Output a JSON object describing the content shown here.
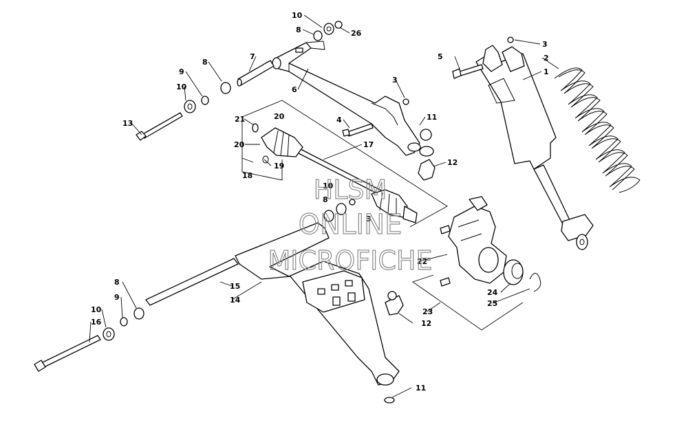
{
  "watermark": {
    "line1": "HLSM",
    "line2": "ONLINE",
    "line3": "MICROFICHE"
  },
  "callouts": [
    {
      "id": "c-10-top",
      "text": "10"
    },
    {
      "id": "c-8-top",
      "text": "8"
    },
    {
      "id": "c-26",
      "text": "26"
    },
    {
      "id": "c-7",
      "text": "7"
    },
    {
      "id": "c-8-upper-left",
      "text": "8"
    },
    {
      "id": "c-9-upper",
      "text": "9"
    },
    {
      "id": "c-10-upper-left",
      "text": "10"
    },
    {
      "id": "c-6",
      "text": "6"
    },
    {
      "id": "c-3-arm",
      "text": "3"
    },
    {
      "id": "c-13",
      "text": "13"
    },
    {
      "id": "c-21",
      "text": "21"
    },
    {
      "id": "c-20-a",
      "text": "20"
    },
    {
      "id": "c-20-b",
      "text": "20"
    },
    {
      "id": "c-4",
      "text": "4"
    },
    {
      "id": "c-11-upper",
      "text": "11"
    },
    {
      "id": "c-17",
      "text": "17"
    },
    {
      "id": "c-19",
      "text": "19"
    },
    {
      "id": "c-18",
      "text": "18"
    },
    {
      "id": "c-12-upper",
      "text": "12"
    },
    {
      "id": "c-10-mid",
      "text": "10"
    },
    {
      "id": "c-8-mid",
      "text": "8"
    },
    {
      "id": "c-3-mid",
      "text": "3"
    },
    {
      "id": "c-5",
      "text": "5"
    },
    {
      "id": "c-3-shock",
      "text": "3"
    },
    {
      "id": "c-2",
      "text": "2"
    },
    {
      "id": "c-1",
      "text": "1"
    },
    {
      "id": "c-22",
      "text": "22"
    },
    {
      "id": "c-24",
      "text": "24"
    },
    {
      "id": "c-25",
      "text": "25"
    },
    {
      "id": "c-23",
      "text": "23"
    },
    {
      "id": "c-15",
      "text": "15"
    },
    {
      "id": "c-14",
      "text": "14"
    },
    {
      "id": "c-8-lower",
      "text": "8"
    },
    {
      "id": "c-9-lower",
      "text": "9"
    },
    {
      "id": "c-10-lower",
      "text": "10"
    },
    {
      "id": "c-16",
      "text": "16"
    },
    {
      "id": "c-12-lower",
      "text": "12"
    },
    {
      "id": "c-11-lower",
      "text": "11"
    }
  ]
}
